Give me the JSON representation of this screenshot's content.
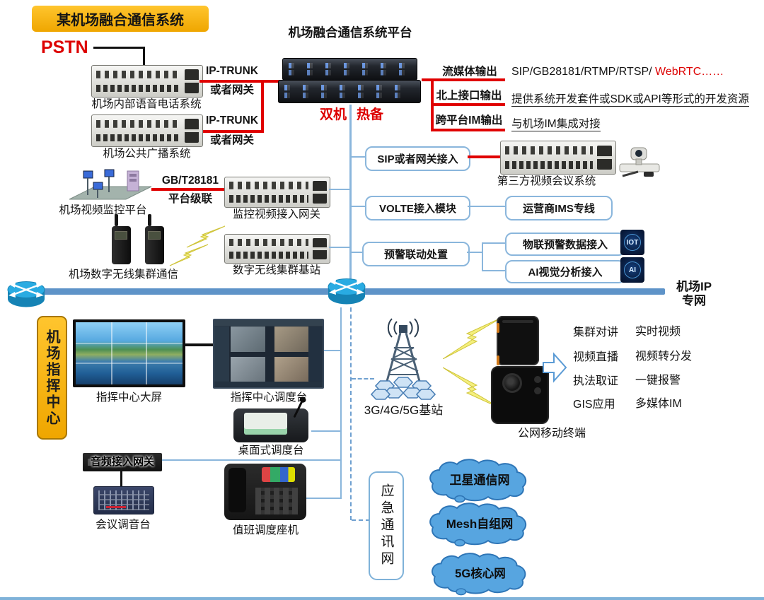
{
  "banner": {
    "label": "某机场融合通信系统"
  },
  "top_left": {
    "pstn": "PSTN",
    "voice_system": {
      "label": "机场内部语音电话系统",
      "link1": "IP-TRUNK",
      "link2": "或者网关"
    },
    "broadcast_system": {
      "label": "机场公共广播系统",
      "link1": "IP-TRUNK",
      "link2": "或者网关"
    },
    "video_platform": {
      "label": "机场视频监控平台",
      "link1": "GB/T28181",
      "link2": "平台级联"
    },
    "radio_system": {
      "label": "机场数字无线集群通信"
    }
  },
  "platform": {
    "title": "机场融合通信系统平台",
    "ha_left": "双机",
    "ha_right": "热备"
  },
  "gateways": {
    "video_gw": "监控视频接入网关",
    "trunk_bs": "数字无线集群基站"
  },
  "outputs": [
    "流媒体输出",
    "北上接口输出",
    "跨平台IM输出"
  ],
  "right_notes": {
    "protocols_black": "SIP/GB28181/RTMP/RTSP/ ",
    "protocols_red": "WebRTC……",
    "sdk": "提供系统开发套件或SDK或API等形式的开发资源",
    "im": "与机场IM集成对接"
  },
  "access": {
    "sip_box": "SIP或者网关接入",
    "conf_label": "第三方视频会议系统",
    "volte_box": "VOLTE接入模块",
    "ims_box": "运营商IMS专线",
    "alert_box": "预警联动处置",
    "iot_box": "物联预警数据接入",
    "iot_icon": "IOT",
    "ai_box": "AI视觉分析接入",
    "ai_icon": "AI"
  },
  "network": {
    "line1": "机场IP",
    "line2": "专网"
  },
  "command_center": {
    "title": "机场指挥中心",
    "big_screen": "指挥中心大屏",
    "dispatch_console": "指挥中心调度台",
    "desktop_console": "桌面式调度台",
    "audio_gateway": "音频接入网关",
    "mixer": "会议调音台",
    "duty_phone": "值班调度座机"
  },
  "mobile": {
    "base_station": "3G/4G/5G基站",
    "terminal": "公网移动终端",
    "features_left": [
      "集群对讲",
      "视频直播",
      "执法取证",
      "GIS应用"
    ],
    "features_right": [
      "实时视频",
      "视频转分发",
      "一键报警",
      "多媒体IM"
    ]
  },
  "emergency": {
    "title": "应急通讯网",
    "clouds": [
      "卫星通信网",
      "Mesh自组网",
      "5G核心网"
    ]
  }
}
